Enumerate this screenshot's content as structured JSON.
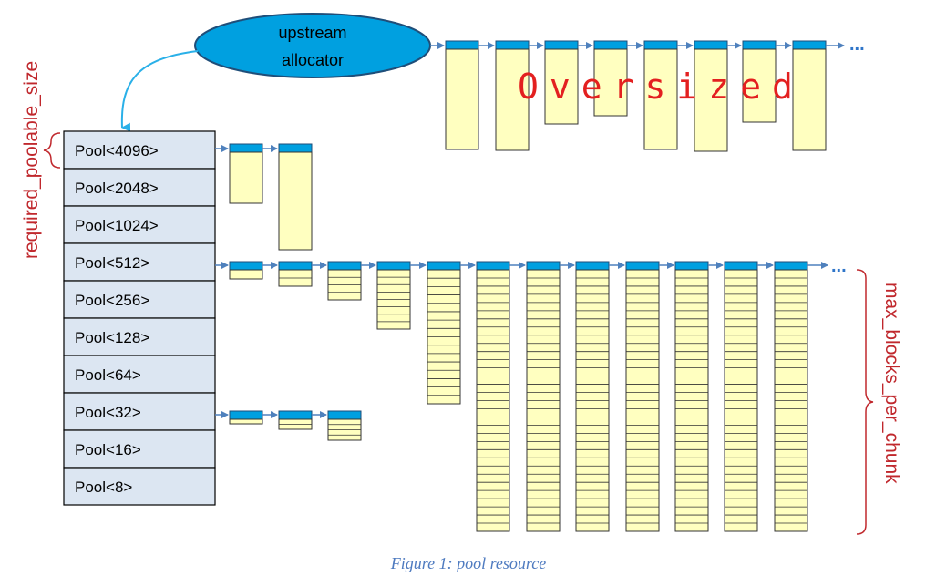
{
  "diagram": {
    "upstream_label_line1": "upstream",
    "upstream_label_line2": "allocator",
    "oversized_label": "Oversized",
    "required_poolable_size_label": "required_poolable_size",
    "max_blocks_per_chunk_label": "max_blocks_per_chunk",
    "ellipsis": "...",
    "caption": "Figure 1: pool resource",
    "pools": [
      "Pool<4096>",
      "Pool<2048>",
      "Pool<1024>",
      "Pool<512>",
      "Pool<256>",
      "Pool<128>",
      "Pool<64>",
      "Pool<32>",
      "Pool<16>",
      "Pool<8>"
    ],
    "colors": {
      "pool_fill": "#dce6f2",
      "chunk_fill": "#ffffc0",
      "chunk_header": "#00a0e0",
      "arrow": "#4f81bd",
      "curve_arrow": "#2ab0e8",
      "accent_red": "#c0282d",
      "caption": "#4f7bc0"
    }
  }
}
